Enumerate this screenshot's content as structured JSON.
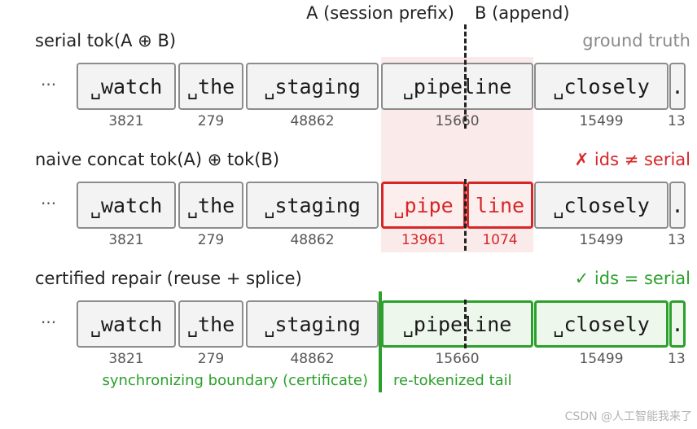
{
  "top_labels": {
    "a": "A (session prefix)",
    "b": "B (append)"
  },
  "rows": [
    {
      "key": "serial",
      "title": "serial  tok(A ⊕ B)",
      "status": "ground truth",
      "status_color": "#8a8a8a",
      "tokens": [
        {
          "text": "watch",
          "space": true,
          "id": "3821",
          "style": "plain"
        },
        {
          "text": "the",
          "space": true,
          "id": "279",
          "style": "plain"
        },
        {
          "text": "staging",
          "space": true,
          "id": "48862",
          "style": "plain"
        },
        {
          "text": "pipeline",
          "space": true,
          "id": "15660",
          "style": "plain"
        },
        {
          "text": "closely",
          "space": true,
          "id": "15499",
          "style": "plain"
        },
        {
          "text": ".",
          "space": false,
          "id": "13",
          "style": "plain"
        }
      ]
    },
    {
      "key": "naive",
      "title": "naive concat  tok(A) ⊕ tok(B)",
      "status": "✗ ids ≠ serial",
      "status_color": "#d62728",
      "tokens": [
        {
          "text": "watch",
          "space": true,
          "id": "3821",
          "style": "plain"
        },
        {
          "text": "the",
          "space": true,
          "id": "279",
          "style": "plain"
        },
        {
          "text": "staging",
          "space": true,
          "id": "48862",
          "style": "plain"
        },
        {
          "text": "pipe",
          "space": true,
          "id": "13961",
          "style": "red"
        },
        {
          "text": "line",
          "space": false,
          "id": "1074",
          "style": "red"
        },
        {
          "text": "closely",
          "space": true,
          "id": "15499",
          "style": "plain"
        },
        {
          "text": ".",
          "space": false,
          "id": "13",
          "style": "plain"
        }
      ]
    },
    {
      "key": "repair",
      "title": "certified repair  (reuse + splice)",
      "status": "✓ ids = serial",
      "status_color": "#2ca02c",
      "tokens": [
        {
          "text": "watch",
          "space": true,
          "id": "3821",
          "style": "plain"
        },
        {
          "text": "the",
          "space": true,
          "id": "279",
          "style": "plain"
        },
        {
          "text": "staging",
          "space": true,
          "id": "48862",
          "style": "plain"
        },
        {
          "text": "pipeline",
          "space": true,
          "id": "15660",
          "style": "green"
        },
        {
          "text": "closely",
          "space": true,
          "id": "15499",
          "style": "green"
        },
        {
          "text": ".",
          "space": false,
          "id": "13",
          "style": "green"
        }
      ],
      "notes": {
        "boundary": "synchronizing boundary (certificate)",
        "tail": "re-tokenized tail"
      }
    }
  ],
  "ellipsis": "···",
  "space_glyph": "␣",
  "watermark": "CSDN @人工智能我来了",
  "colors": {
    "red": "#d62728",
    "green": "#2ca02c",
    "gray_text": "#8a8a8a",
    "band": "#fbeaea"
  }
}
